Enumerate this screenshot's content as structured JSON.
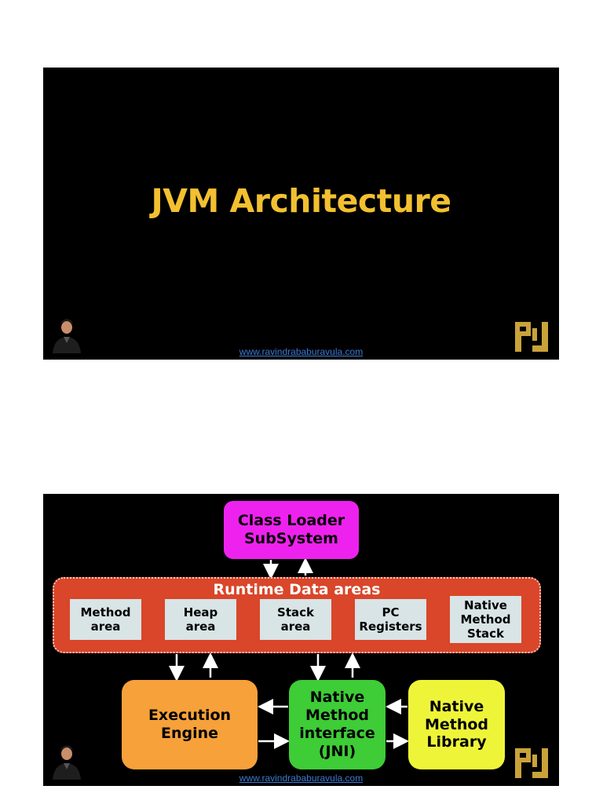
{
  "slide1": {
    "title": "JVM Architecture",
    "url": "www.ravindrababuravula.com"
  },
  "slide2": {
    "class_loader": "Class Loader\nSubSystem",
    "runtime_title": "Runtime Data areas",
    "runtime_areas": [
      "Method\narea",
      "Heap\narea",
      "Stack\narea",
      "PC\nRegisters",
      "Native\nMethod\nStack"
    ],
    "execution_engine": "Execution\nEngine",
    "jni": "Native\nMethod\ninterface\n(JNI)",
    "native_library": "Native\nMethod\nLibrary",
    "url": "www.ravindrababuravula.com"
  },
  "colors": {
    "title": "#f2c030",
    "class_loader": "#ee22ee",
    "runtime": "#d9462a",
    "runtime_area": "#d8e4e6",
    "execution_engine": "#f7a13a",
    "jni": "#3ecc37",
    "native_library": "#eef539",
    "link": "#3b7bd4"
  },
  "icons": [
    "presenter-avatar-icon",
    "rr-logo-icon"
  ]
}
